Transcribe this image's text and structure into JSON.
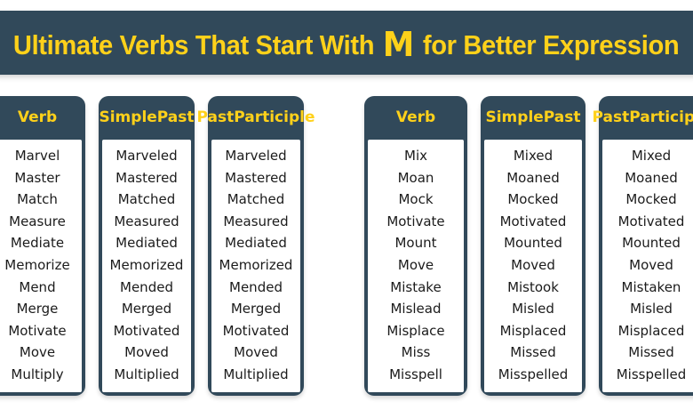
{
  "title": {
    "full_text": "Ultimate Verbs That Start With M for Better Expression",
    "before_m": "Ultimate Verbs That Start With ",
    "highlight_letter": "M",
    "after_m": " for Better Expression",
    "background_color": "#31495A",
    "text_color": "#FFD11A"
  },
  "palette": {
    "header_dark": "#31495A",
    "accent_yellow": "#FFD11A",
    "body_background": "#FFFFFF",
    "cell_text": "#1B1B1B"
  },
  "tables": [
    {
      "name": "left-table",
      "columns": [
        {
          "header": "Verb",
          "header_lines": [
            "Verb"
          ],
          "cells": [
            "Marvel",
            "Master",
            "Match",
            "Measure",
            "Mediate",
            "Memorize",
            "Mend",
            "Merge",
            "Motivate",
            "Move",
            "Multiply"
          ]
        },
        {
          "header": "Simple Past",
          "header_lines": [
            "Simple",
            "Past"
          ],
          "cells": [
            "Marveled",
            "Mastered",
            "Matched",
            "Measured",
            "Mediated",
            "Memorized",
            "Mended",
            "Merged",
            "Motivated",
            "Moved",
            "Multiplied"
          ]
        },
        {
          "header": "Past Participle",
          "header_lines": [
            "Past",
            "Participle"
          ],
          "cells": [
            "Marveled",
            "Mastered",
            "Matched",
            "Measured",
            "Mediated",
            "Memorized",
            "Mended",
            "Merged",
            "Motivated",
            "Moved",
            "Multiplied"
          ]
        }
      ]
    },
    {
      "name": "right-table",
      "columns": [
        {
          "header": "Verb",
          "header_lines": [
            "Verb"
          ],
          "cells": [
            "Mix",
            "Moan",
            "Mock",
            "Motivate",
            "Mount",
            "Move",
            "Mistake",
            "Mislead",
            "Misplace",
            "Miss",
            "Misspell"
          ]
        },
        {
          "header": "Simple Past",
          "header_lines": [
            "Simple",
            "Past"
          ],
          "cells": [
            "Mixed",
            "Moaned",
            "Mocked",
            "Motivated",
            "Mounted",
            "Moved",
            "Mistook",
            "Misled",
            "Misplaced",
            "Missed",
            "Misspelled"
          ]
        },
        {
          "header": "Past Participle",
          "header_lines": [
            "Past",
            "Participle"
          ],
          "cells": [
            "Mixed",
            "Moaned",
            "Mocked",
            "Motivated",
            "Mounted",
            "Moved",
            "Mistaken",
            "Misled",
            "Misplaced",
            "Missed",
            "Misspelled"
          ]
        }
      ]
    }
  ]
}
